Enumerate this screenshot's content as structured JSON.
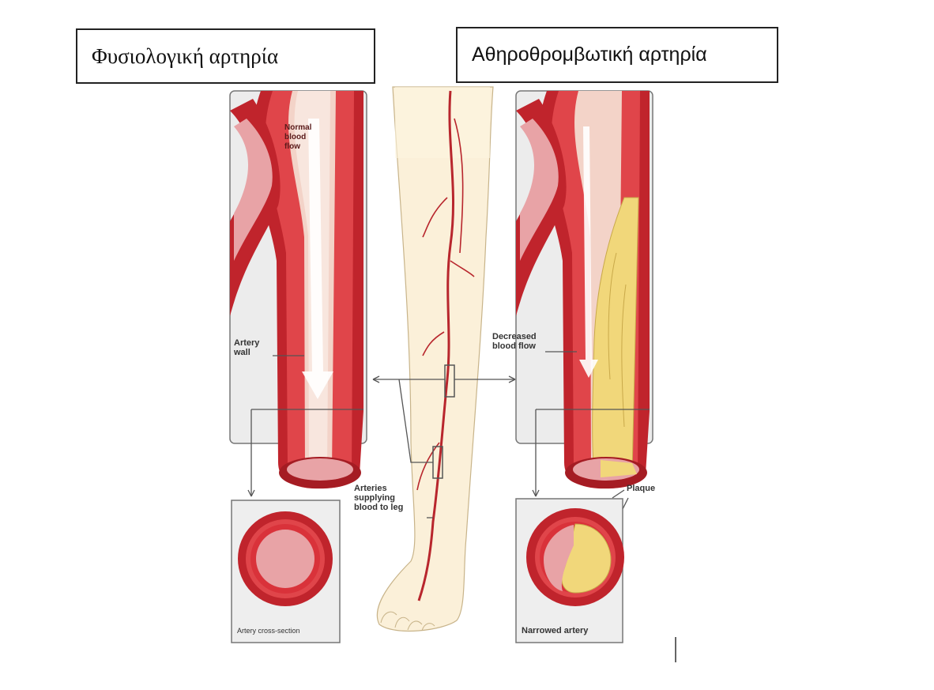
{
  "titles": {
    "normal": "Φυσιολογική αρτηρία",
    "atherothrombotic": "Αθηροθρομβωτική αρτηρία"
  },
  "labels": {
    "normal_blood_flow": "Normal\nblood\nflow",
    "artery_wall": "Artery\nwall",
    "artery_cross_section": "Artery cross-section",
    "decreased_blood_flow": "Decreased\nblood flow",
    "plaque": "Plaque",
    "arteries_supplying": "Arteries\nsupplying\nblood to leg",
    "narrowed_artery": "Narrowed artery"
  },
  "colors": {
    "artery_dark": "#c0242c",
    "artery_mid": "#e0454a",
    "artery_pink": "#e8a3a6",
    "lumen": "#f8d9cf",
    "plaque": "#f1d77a",
    "skin": "#fbf0d9",
    "panel_bg": "#ececec"
  }
}
